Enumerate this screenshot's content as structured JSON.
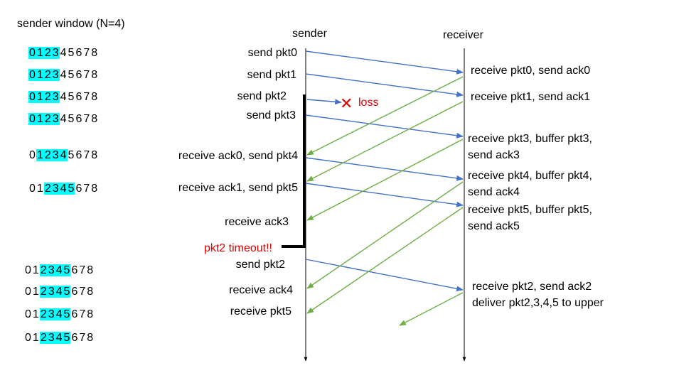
{
  "window_title": "sender window (N=4)",
  "headers": {
    "sender": "sender",
    "receiver": "receiver"
  },
  "colors": {
    "data_arrow": "#4472c4",
    "ack_arrow": "#70ad47",
    "highlight": "#00ffff",
    "alert": "#e00000"
  },
  "window_rows": [
    {
      "start": 0,
      "end": 3
    },
    {
      "start": 0,
      "end": 3
    },
    {
      "start": 0,
      "end": 3
    },
    {
      "start": 0,
      "end": 3
    },
    {
      "start": 1,
      "end": 4
    },
    {
      "start": 2,
      "end": 5
    },
    {
      "start": 2,
      "end": 5
    },
    {
      "start": 2,
      "end": 5
    },
    {
      "start": 2,
      "end": 5
    },
    {
      "start": 2,
      "end": 5
    }
  ],
  "sequence_numbers": [
    "0",
    "1",
    "2",
    "3",
    "4",
    "5",
    "6",
    "7",
    "8"
  ],
  "sender_events": [
    "send pkt0",
    "send pkt1",
    "send pkt2",
    "send pkt3",
    "receive ack0, send pkt4",
    "receive ack1, send pkt5",
    "receive ack3",
    "send pkt2",
    "receive ack4",
    "receive pkt5"
  ],
  "timeout_label": "pkt2 timeout!!",
  "loss": {
    "mark": "✕",
    "label": "loss"
  },
  "receiver_events": [
    [
      "receive pkt0, send ack0"
    ],
    [
      "receive pkt1, send ack1"
    ],
    [
      "receive pkt3, buffer pkt3,",
      "send ack3"
    ],
    [
      "receive pkt4, buffer pkt4,",
      "send ack4"
    ],
    [
      "receive pkt5, buffer pkt5,",
      "send ack5"
    ],
    [
      "receive pkt2, send ack2",
      "deliver pkt2,3,4,5 to upper"
    ]
  ]
}
